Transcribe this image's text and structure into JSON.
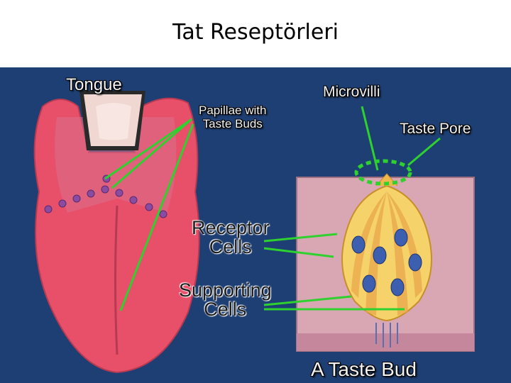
{
  "slide": {
    "title": "Tat Reseptörleri"
  },
  "labels": {
    "tongue": "Tongue",
    "papillae_line1": "Papillae with",
    "papillae_line2": "Taste Buds",
    "microvilli": "Microvilli",
    "taste_pore": "Taste Pore",
    "receptor_line1": "Receptor",
    "receptor_line2": "Cells",
    "supporting_line1": "Supporting",
    "supporting_line2": "Cells",
    "taste_bud": "A Taste Bud"
  },
  "colors": {
    "background": "#1e3f73",
    "pointer": "#2ed12e",
    "tongue": "#e8506a",
    "taste_bud_cell": "#f5d36a"
  }
}
